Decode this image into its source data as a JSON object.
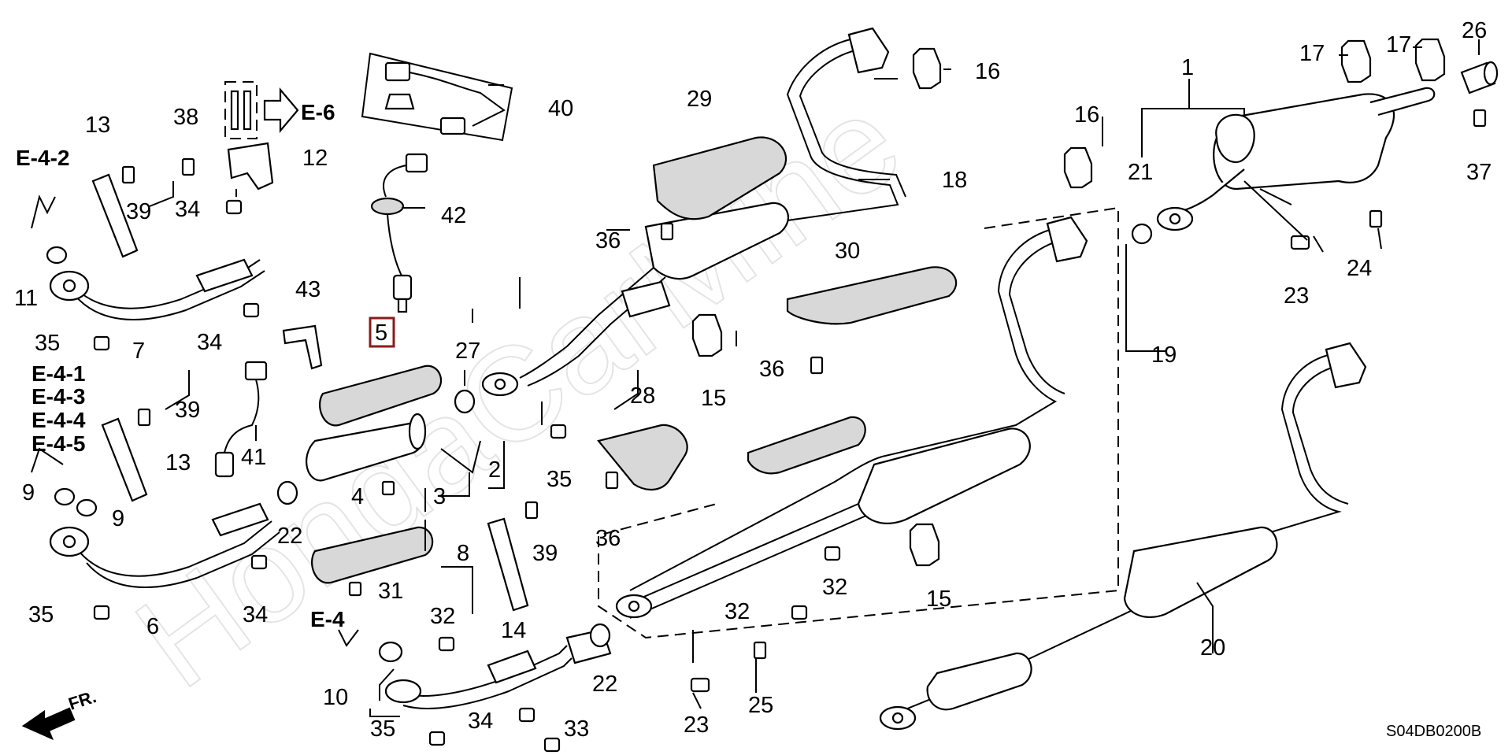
{
  "diagram": {
    "watermark": "HondaCarMine",
    "drawing_code": "S04DB0200B",
    "front_marker": "FR.",
    "highlighted_part": "5",
    "refs": {
      "e6": "E-6",
      "e42": "E-4-2",
      "e41": "E-4-1",
      "e43": "E-4-3",
      "e44": "E-4-4",
      "e45": "E-4-5",
      "e4": "E-4"
    },
    "part_numbers": [
      "1",
      "2",
      "3",
      "4",
      "5",
      "6",
      "7",
      "8",
      "9",
      "10",
      "11",
      "12",
      "13",
      "14",
      "15",
      "16",
      "17",
      "18",
      "19",
      "20",
      "21",
      "22",
      "23",
      "24",
      "25",
      "26",
      "27",
      "28",
      "29",
      "30",
      "31",
      "32",
      "33",
      "34",
      "35",
      "36",
      "37",
      "38",
      "39",
      "40",
      "41",
      "42",
      "43"
    ]
  }
}
